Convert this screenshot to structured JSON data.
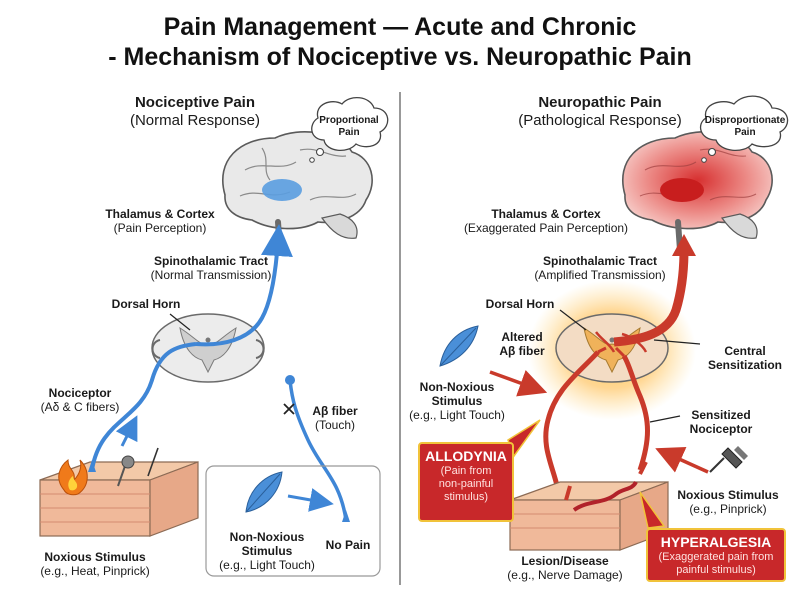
{
  "title": {
    "line1": "Pain Management — Acute and Chronic",
    "line2": "- Mechanism of Nociceptive vs. Neuropathic Pain"
  },
  "nociceptive": {
    "heading": "Nociceptive Pain",
    "subheading": "(Normal Response)",
    "cloud": [
      "Proportional",
      "Pain"
    ],
    "thalamus": {
      "title": "Thalamus & Cortex",
      "sub": "(Pain Perception)"
    },
    "tract": {
      "title": "Spinothalamic Tract",
      "sub": "(Normal Transmission)"
    },
    "dorsal_horn": "Dorsal Horn",
    "nociceptor": {
      "title": "Nociceptor",
      "sub": "(Aδ & C fibers)"
    },
    "abeta": {
      "title": "Aβ fiber",
      "sub": "(Touch)"
    },
    "stimulus": {
      "title": "Noxious Stimulus",
      "sub": "(e.g., Heat, Pinprick)"
    },
    "inset_stimulus": {
      "title1": "Non-Noxious",
      "title2": "Stimulus",
      "sub": "(e.g., Light Touch)"
    },
    "no_pain": "No Pain"
  },
  "neuropathic": {
    "heading": "Neuropathic Pain",
    "subheading": "(Pathological Response)",
    "cloud": [
      "Disproportionate",
      "Pain"
    ],
    "thalamus": {
      "title": "Thalamus & Cortex",
      "sub": "(Exaggerated Pain Perception)"
    },
    "tract": {
      "title": "Spinothalamic Tract",
      "sub": "(Amplified Transmission)"
    },
    "dorsal_horn": "Dorsal Horn",
    "altered_fiber": {
      "line1": "Altered",
      "line2": "Aβ fiber"
    },
    "central": {
      "line1": "Central",
      "line2": "Sensitization"
    },
    "non_noxious": {
      "title1": "Non-Noxious",
      "title2": "Stimulus",
      "sub": "(e.g., Light Touch)"
    },
    "sensitized": {
      "line1": "Sensitized",
      "line2": "Nociceptor"
    },
    "allodynia": {
      "title": "ALLODYNIA",
      "sub": [
        "(Pain from",
        "non-painful",
        "stimulus)"
      ]
    },
    "noxious": {
      "title": "Noxious Stimulus",
      "sub": "(e.g., Pinprick)"
    },
    "hyperalgesia": {
      "title": "HYPERALGESIA",
      "sub": [
        "(Exaggerated pain from",
        "painful stimulus)"
      ]
    },
    "lesion": {
      "title": "Lesion/Disease",
      "sub": "(e.g., Nerve Damage)"
    }
  },
  "colors": {
    "normal_nerve": "#3f86d6",
    "pathological_nerve": "#d23a2a",
    "callout_red": "#c8282a",
    "callout_border": "#f1c33a",
    "skin": "#f3c9a8"
  }
}
